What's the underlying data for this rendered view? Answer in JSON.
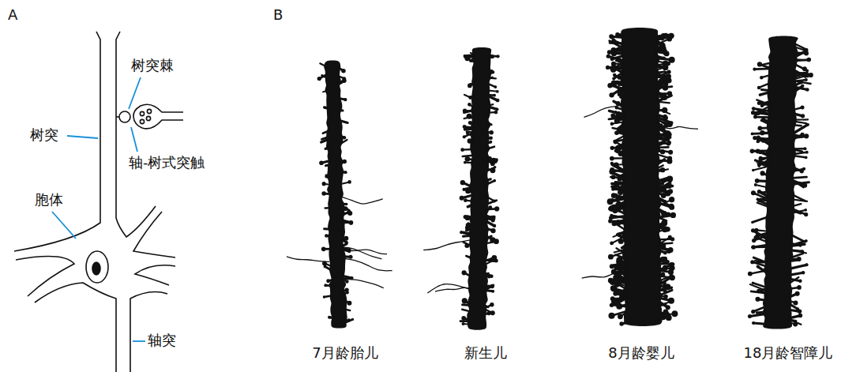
{
  "diagram": {
    "labels": [
      "A",
      "B",
      "树突棘",
      "树突",
      "轴-树式突触",
      "胞体",
      "轴突",
      "7月龄胎儿",
      "新生儿",
      "8月龄婴儿",
      "18月龄智障儿"
    ]
  }
}
